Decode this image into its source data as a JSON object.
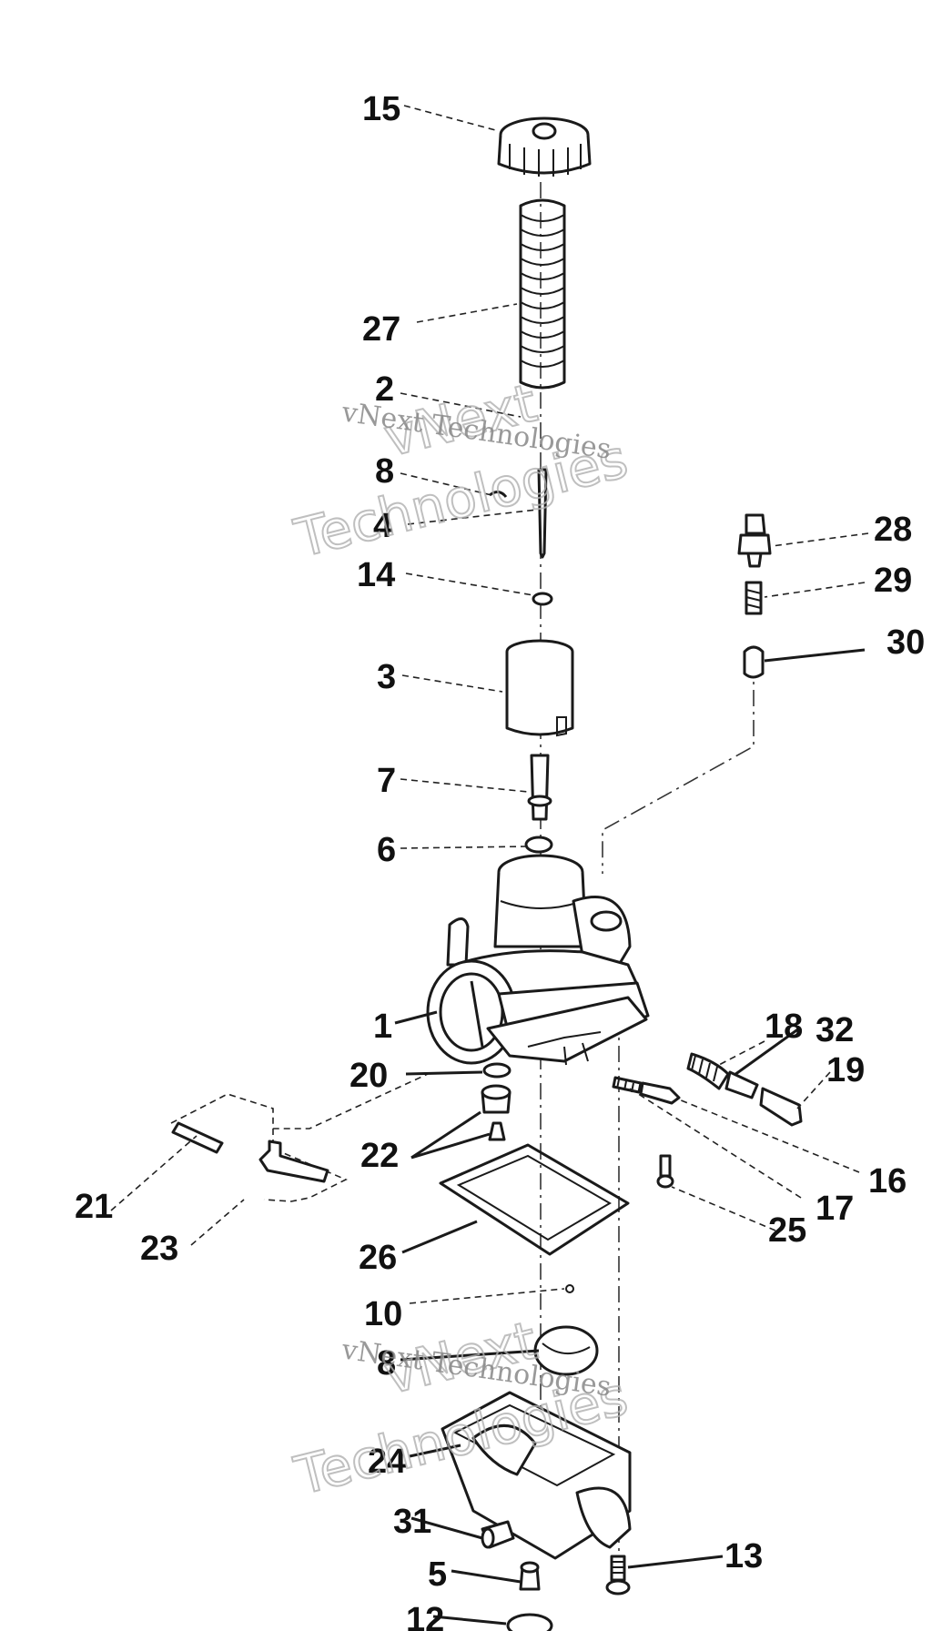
{
  "diagram": {
    "callouts": [
      {
        "id": "c15",
        "text": "15"
      },
      {
        "id": "c27",
        "text": "27"
      },
      {
        "id": "c2",
        "text": "2"
      },
      {
        "id": "c8a",
        "text": "8"
      },
      {
        "id": "c4",
        "text": "4"
      },
      {
        "id": "c14",
        "text": "14"
      },
      {
        "id": "c3",
        "text": "3"
      },
      {
        "id": "c7",
        "text": "7"
      },
      {
        "id": "c6",
        "text": "6"
      },
      {
        "id": "c28",
        "text": "28"
      },
      {
        "id": "c29",
        "text": "29"
      },
      {
        "id": "c30",
        "text": "30"
      },
      {
        "id": "c1",
        "text": "1"
      },
      {
        "id": "c18",
        "text": "18"
      },
      {
        "id": "c32",
        "text": "32"
      },
      {
        "id": "c19",
        "text": "19"
      },
      {
        "id": "c20",
        "text": "20"
      },
      {
        "id": "c22",
        "text": "22"
      },
      {
        "id": "c16",
        "text": "16"
      },
      {
        "id": "c17",
        "text": "17"
      },
      {
        "id": "c21",
        "text": "21"
      },
      {
        "id": "c23",
        "text": "23"
      },
      {
        "id": "c25",
        "text": "25"
      },
      {
        "id": "c26",
        "text": "26"
      },
      {
        "id": "c10",
        "text": "10"
      },
      {
        "id": "c8b",
        "text": "8"
      },
      {
        "id": "c24",
        "text": "24"
      },
      {
        "id": "c31",
        "text": "31"
      },
      {
        "id": "c5",
        "text": "5"
      },
      {
        "id": "c13",
        "text": "13"
      },
      {
        "id": "c12",
        "text": "12"
      }
    ]
  },
  "watermarks": [
    {
      "small": "vNext Technologies",
      "big_1": "vNext",
      "big_2": "Technologies"
    },
    {
      "small": "vNext Technologies",
      "big_1": "vNext",
      "big_2": "Technologies"
    }
  ]
}
